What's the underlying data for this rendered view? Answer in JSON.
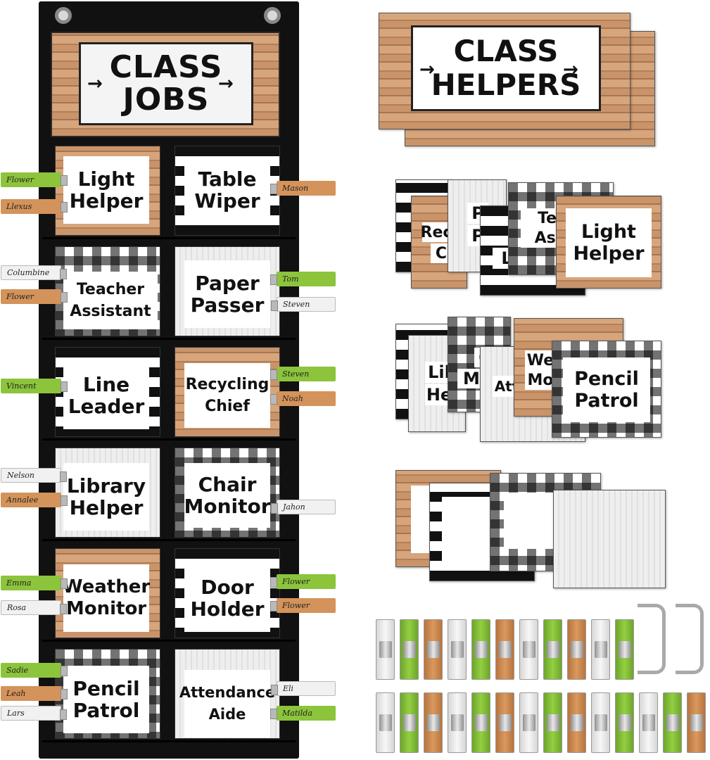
{
  "chart": {
    "title_line1": "CLASS",
    "title_line2": "JOBS",
    "jobs": [
      {
        "line1": "Light",
        "line2": "Helper",
        "clips": [
          "Flower",
          "Llexus"
        ]
      },
      {
        "line1": "Table",
        "line2": "Wiper",
        "clips": [
          "Mason"
        ]
      },
      {
        "line1": "Teacher",
        "line2": "Assistant",
        "clips": [
          "Columbine",
          "Flower"
        ]
      },
      {
        "line1": "Paper",
        "line2": "Passer",
        "clips": [
          "Tom",
          "Steven"
        ]
      },
      {
        "line1": "Line",
        "line2": "Leader",
        "clips": [
          "Vincent"
        ]
      },
      {
        "line1": "Recycling",
        "line2": "Chief",
        "clips": [
          "Steven",
          "Noah"
        ]
      },
      {
        "line1": "Library",
        "line2": "Helper",
        "clips": [
          "Nelson",
          "Annalee"
        ]
      },
      {
        "line1": "Chair",
        "line2": "Monitor",
        "clips": [
          "Jahon"
        ]
      },
      {
        "line1": "Weather",
        "line2": "Monitor",
        "clips": [
          "Emma",
          "Rosa"
        ]
      },
      {
        "line1": "Door",
        "line2": "Holder",
        "clips": [
          "Flower",
          "Flower"
        ]
      },
      {
        "line1": "Pencil",
        "line2": "Patrol",
        "clips": [
          "Sadie",
          "Leah",
          "Lars"
        ]
      },
      {
        "line1": "Attendance",
        "line2": "Aide",
        "clips": [
          "Eli",
          "Matilda"
        ]
      }
    ]
  },
  "extras": {
    "header_line1": "CLASS",
    "header_line2": "HELPERS",
    "stack1": {
      "front_line1": "Light",
      "front_line2": "Helper",
      "peek": [
        "Rec",
        "C",
        "P",
        "P",
        "L",
        "Tea",
        "Assi"
      ]
    },
    "stack2": {
      "front_line1": "Pencil",
      "front_line2": "Patrol",
      "peek": [
        "Lil",
        "He",
        "C",
        "M",
        "Att",
        "We",
        "Mo"
      ]
    }
  },
  "colors": {
    "clip_green": "#8cc43c",
    "clip_orange": "#d4935a",
    "clip_white": "#f1f1f1",
    "pocket_black": "#111111"
  }
}
